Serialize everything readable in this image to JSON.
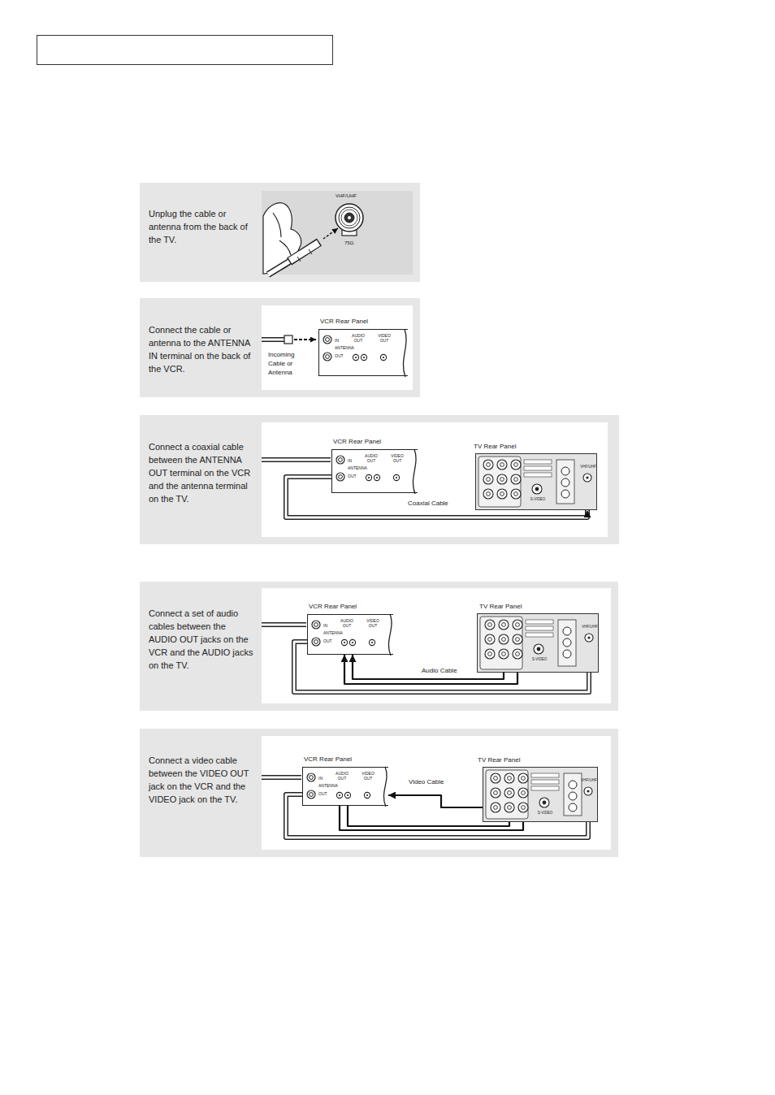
{
  "diagram": {
    "nodes": [
      {
        "text": [
          "Unplug the cable or antenna from the back of the TV."
        ]
      },
      {
        "text": [
          "Connect the cable or antenna to the ANTENNA IN terminal on the back of the VCR."
        ]
      },
      {
        "text": [
          "VCR Rear Panel",
          "IN",
          "ANTENNA",
          "OUT",
          "AUDIO OUT",
          "VIDEO OUT"
        ],
        "in": 1
      },
      {
        "text": [
          "Connect a coaxial cable between the ANTENNA OUT terminal on the VCR and the antenna terminal on the TV."
        ]
      },
      {
        "text": [
          "VCR Rear Panel",
          "IN",
          "ANTENNA",
          "OUT",
          "AUDIO OUT",
          "VIDEO OUT"
        ],
        "in": 3
      },
      {
        "text": [
          "TV Rear Panel",
          "VHF/UHF",
          "S-VIDEO"
        ],
        "in": 3
      },
      {
        "text": [
          "Connect a set of audio cables between the AUDIO OUT jacks on the VCR and the AUDIO jacks on the TV."
        ]
      },
      {
        "text": [
          "VCR Rear Panel",
          "IN",
          "ANTENNA",
          "OUT",
          "AUDIO OUT",
          "VIDEO OUT"
        ],
        "in": 6
      },
      {
        "text": [
          "TV Rear Panel",
          "VHF/UHF",
          "S-VIDEO"
        ],
        "in": 6
      },
      {
        "text": [
          "Connect a video cable between the VIDEO OUT jack on the VCR and the VIDEO jack on the TV."
        ]
      },
      {
        "text": [
          "VCR Rear Panel",
          "IN",
          "ANTENNA",
          "OUT",
          "AUDIO OUT",
          "VIDEO OUT"
        ],
        "in": 9
      },
      {
        "text": [
          "TV Rear Panel",
          "VHF/UHF",
          "S-VIDEO"
        ],
        "in": 9
      }
    ],
    "edges": [
      {
        "from": 4,
        "to": 5,
        "arrow": "to",
        "label": "Coaxial Cable"
      },
      {
        "from": 7,
        "to": 8,
        "arrow": "none"
      },
      {
        "from": 8,
        "to": 7,
        "arrow": "to",
        "label": "Audio Cable"
      },
      {
        "from": 8,
        "to": 7,
        "arrow": "to"
      },
      {
        "from": 10,
        "to": 11,
        "arrow": "none"
      },
      {
        "from": 11,
        "to": 10,
        "arrow": "none"
      },
      {
        "from": 11,
        "to": 10,
        "arrow": "none"
      },
      {
        "from": 11,
        "to": 10,
        "arrow": "to",
        "label": "Video Cable"
      }
    ],
    "labels": [
      "VHF/UHF",
      "75Ω",
      "Incoming Cable or Antenna"
    ]
  }
}
